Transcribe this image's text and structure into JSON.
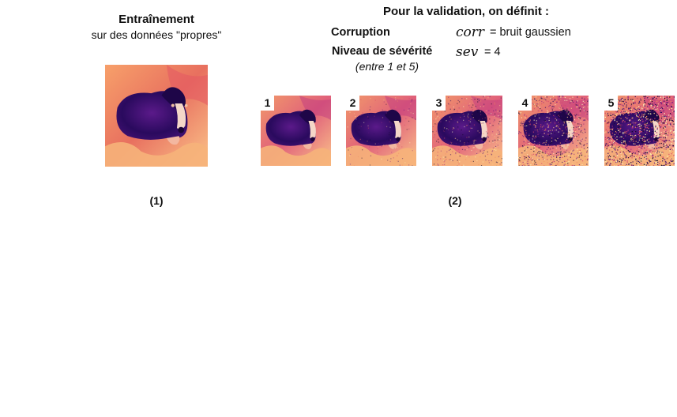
{
  "left_panel": {
    "title": "Entraînement",
    "subtitle": "sur des données \"propres\"",
    "label": "(1)"
  },
  "right_panel": {
    "title": "Pour la validation, on définit :",
    "corruption_key": "Corruption",
    "corruption_symbol": "corr",
    "corruption_value": "= bruit gaussien",
    "severity_key": "Niveau de sévérité",
    "severity_note": "(entre 1 et 5)",
    "severity_symbol": "sev",
    "severity_value": "=  4",
    "label": "(2)",
    "severity_levels": [
      {
        "label": "1",
        "noise_level": 0.0
      },
      {
        "label": "2",
        "noise_level": 0.06
      },
      {
        "label": "3",
        "noise_level": 0.18
      },
      {
        "label": "4",
        "noise_level": 0.38
      },
      {
        "label": "5",
        "noise_level": 0.6
      }
    ]
  },
  "colors": {
    "dog_dark": "#2a0a5e",
    "dog_mid": "#7a1f8f",
    "background_warm": "#f28a5c",
    "background_light": "#fbc98a",
    "magenta": "#c23c80"
  },
  "image_description_icon": "dog-photo-magma-colormap"
}
